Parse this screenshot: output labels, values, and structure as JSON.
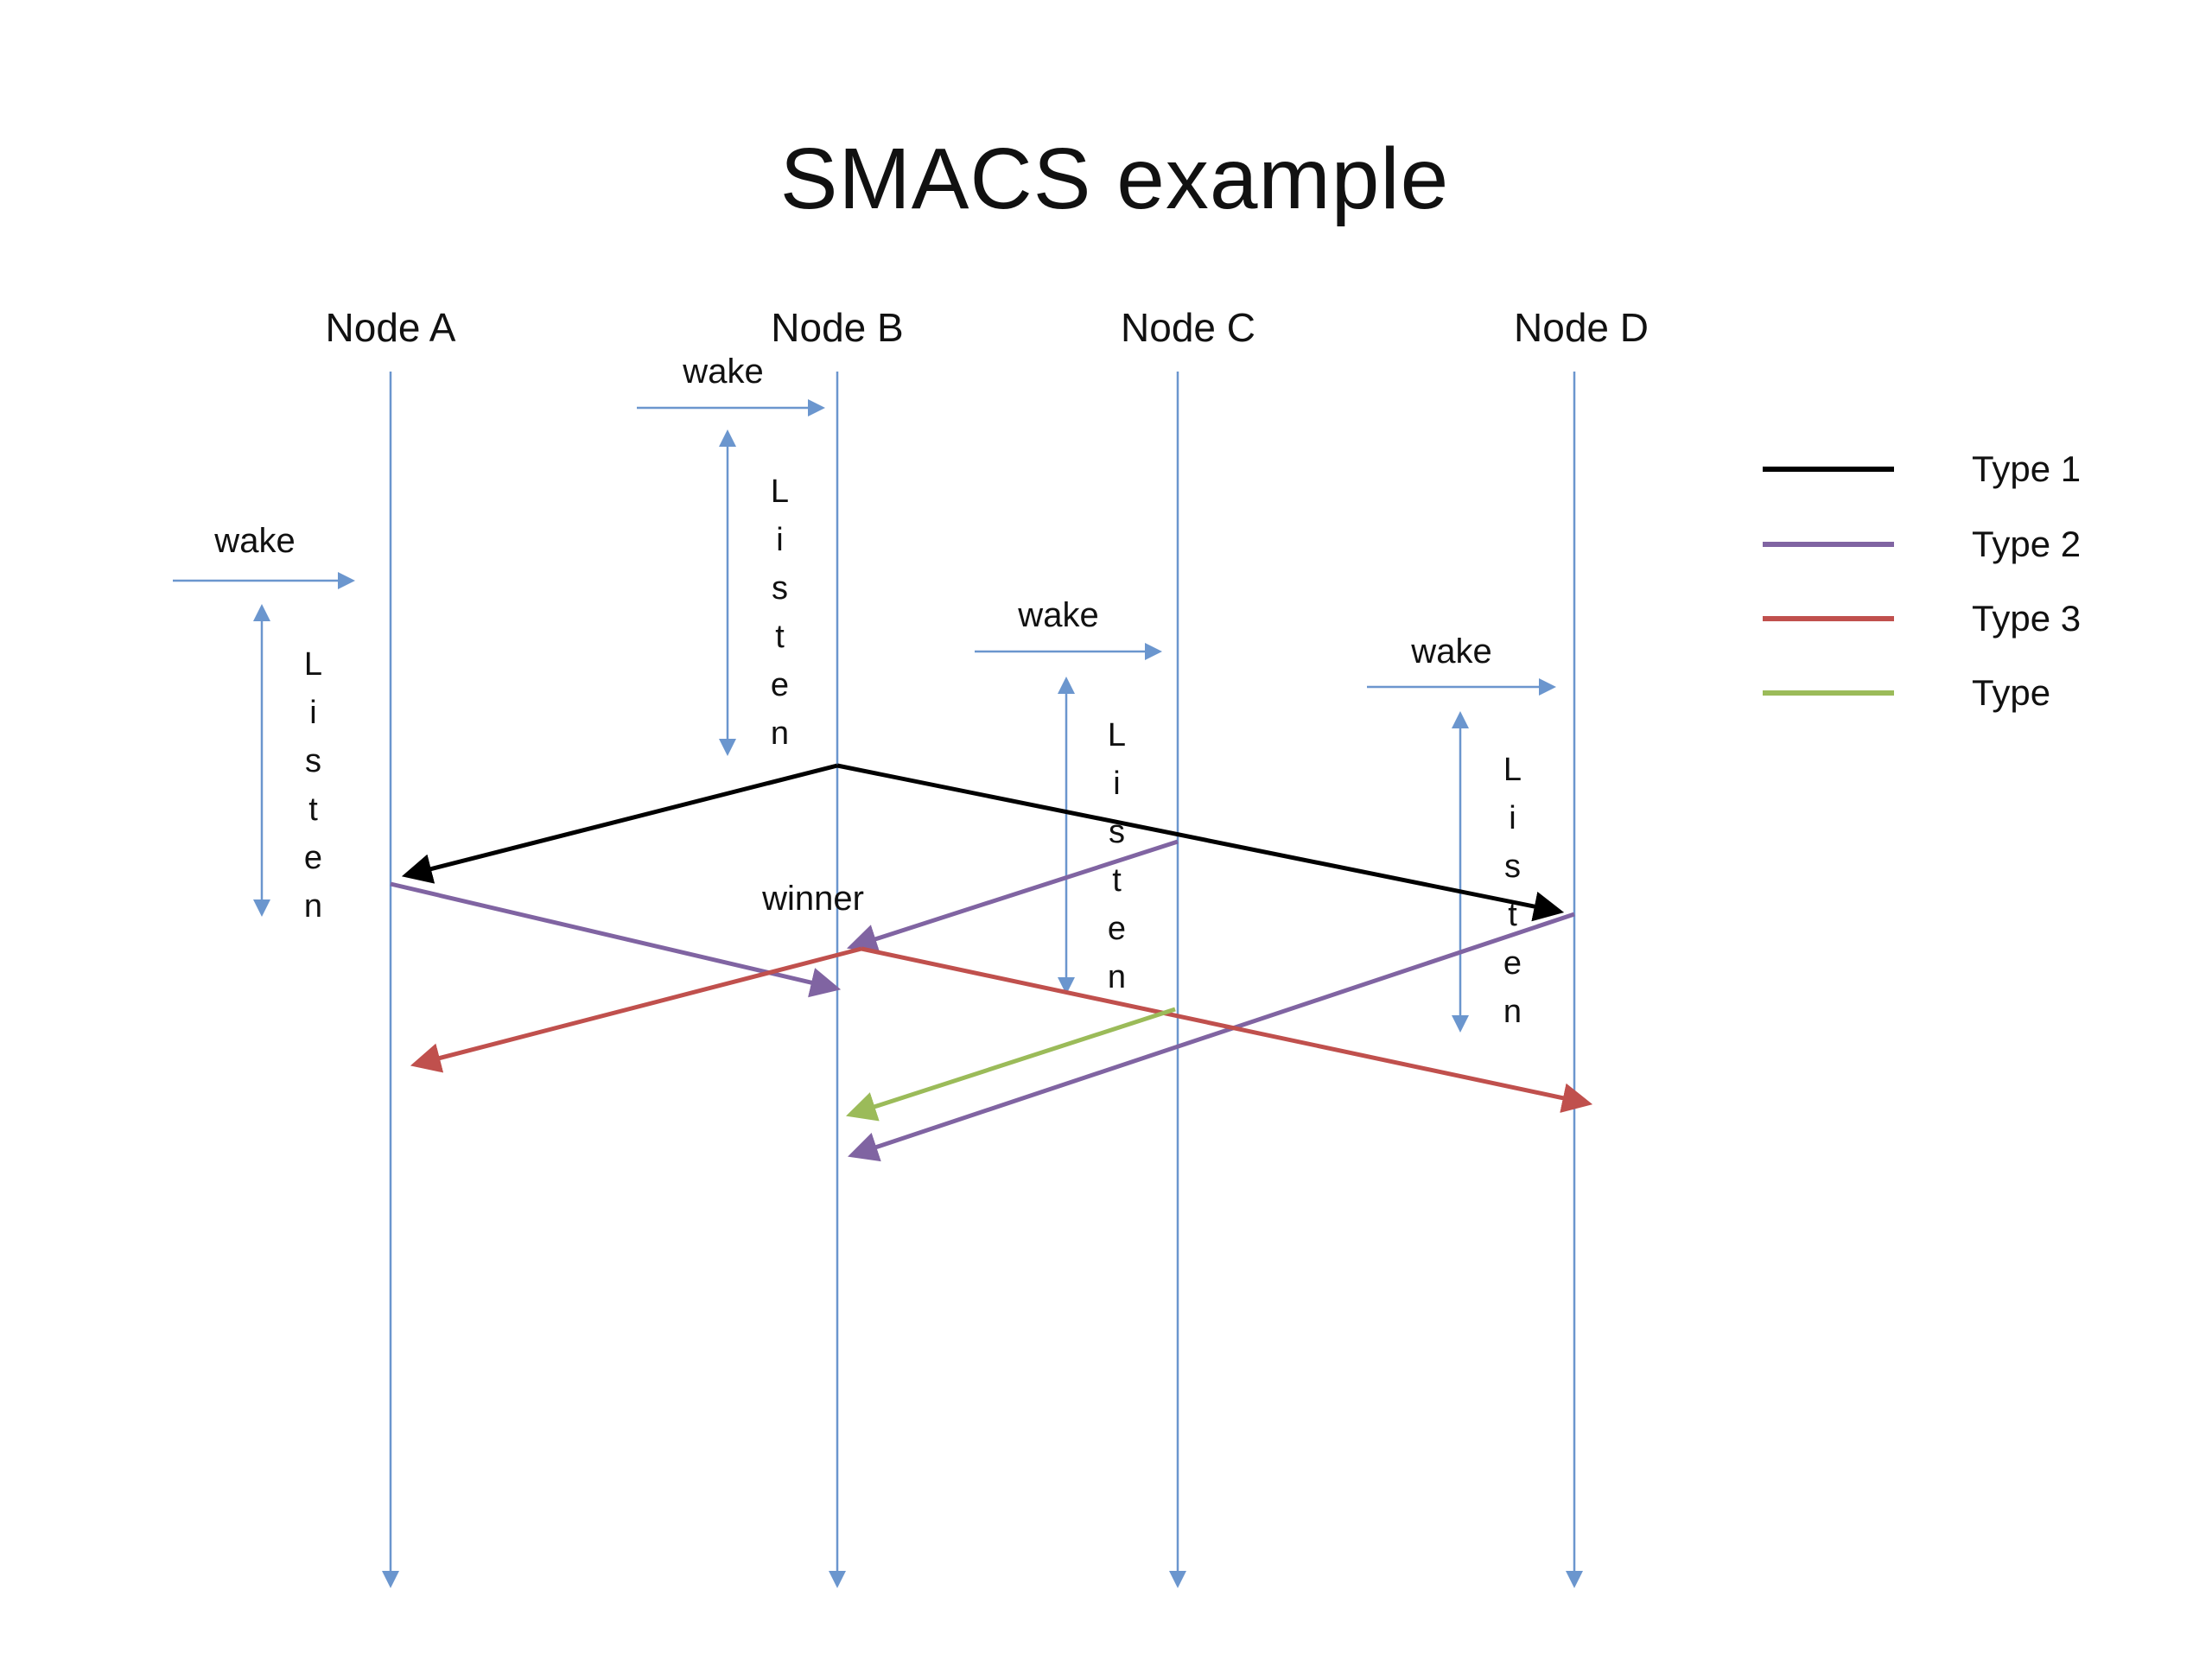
{
  "title": "SMACS example",
  "nodes": [
    {
      "label": "Node A"
    },
    {
      "label": "Node B"
    },
    {
      "label": "Node C"
    },
    {
      "label": "Node D"
    }
  ],
  "labels": {
    "wake": "wake",
    "listen": "Listen",
    "winner": "winner"
  },
  "legend": [
    {
      "label": "Type 1",
      "color": "#000000"
    },
    {
      "label": "Type 2",
      "color": "#8064A2"
    },
    {
      "label": "Type 3",
      "color": "#C0504D"
    },
    {
      "label": "Type",
      "color": "#9BBB59"
    }
  ],
  "colors": {
    "timeline": "#6B96CE",
    "type1": "#000000",
    "type2": "#8064A2",
    "type3": "#C0504D",
    "type4": "#9BBB59"
  }
}
